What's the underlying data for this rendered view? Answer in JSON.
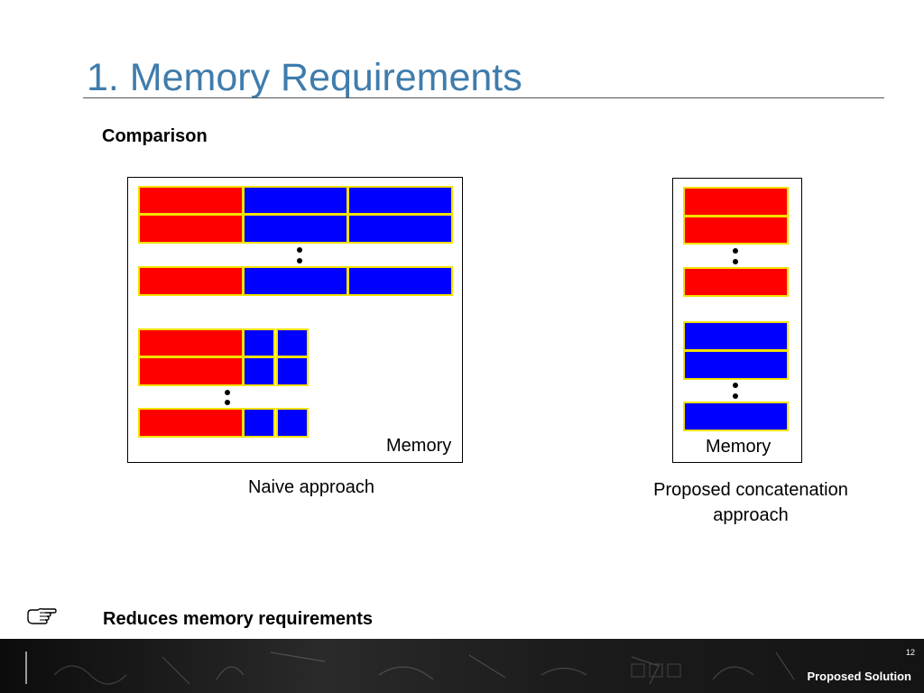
{
  "slide": {
    "title": "1. Memory Requirements",
    "subtitle": "Comparison",
    "bullet_text": "Reduces memory requirements",
    "bullet_icon": "pointing-hand-icon"
  },
  "naive": {
    "memory_label": "Memory",
    "caption": "Naive approach"
  },
  "proposed": {
    "memory_label": "Memory",
    "caption_line1": "Proposed concatenation",
    "caption_line2": "approach"
  },
  "footer": {
    "page_number": "12",
    "section": "Proposed Solution"
  },
  "colors": {
    "title": "#3f7cac",
    "block_red": "#ff0000",
    "block_blue": "#0000ff",
    "block_border": "#f2e200"
  }
}
